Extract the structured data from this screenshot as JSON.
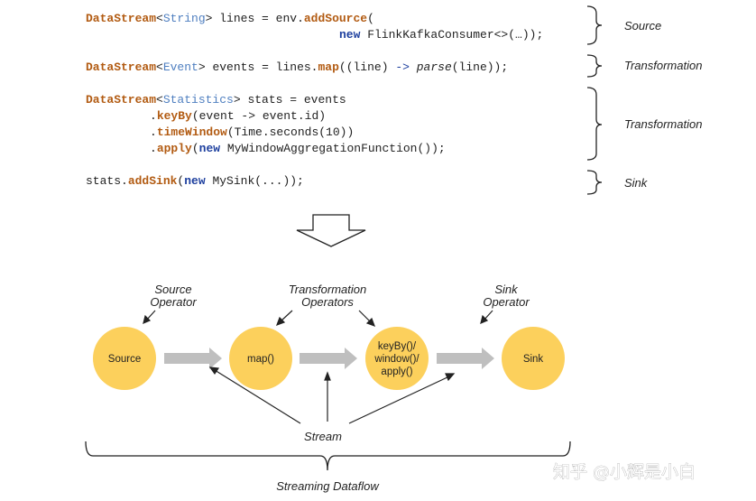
{
  "code": {
    "line1a": {
      "type": "DataStream",
      "lt": "<",
      "generic": "String",
      "gt": ">",
      "rest": " lines = env.",
      "method": "addSource",
      "open": "("
    },
    "line1b": {
      "new": "new",
      "rest": " FlinkKafkaConsumer<>(…));"
    },
    "line2": {
      "type": "DataStream",
      "lt": "<",
      "generic": "Event",
      "gt": ">",
      "rest": " events = lines.",
      "method": "map",
      "mid": "((line) ",
      "arrow": "->",
      "space": " ",
      "italic": "parse",
      "tail": "(line));"
    },
    "line3": {
      "type": "DataStream",
      "lt": "<",
      "generic": "Statistics",
      "gt": ">",
      "rest": " stats = events"
    },
    "line4": {
      "dot": ".",
      "method": "keyBy",
      "rest": "(event -> event.id)"
    },
    "line5": {
      "dot": ".",
      "method": "timeWindow",
      "rest": "(Time.seconds(10))"
    },
    "line6": {
      "dot": ".",
      "method": "apply",
      "open": "(",
      "new": "new",
      "rest": " MyWindowAggregationFunction());"
    },
    "line7": {
      "pre": "stats.",
      "method": "addSink",
      "open": "(",
      "new": "new",
      "rest": " MySink(...));"
    }
  },
  "section_labels": [
    "Source",
    "Transformation",
    "Transformation",
    "Sink"
  ],
  "operator_labels": {
    "source": [
      "Source",
      "Operator"
    ],
    "transformation": [
      "Transformation",
      "Operators"
    ],
    "sink": [
      "Sink",
      "Operator"
    ]
  },
  "nodes": [
    {
      "lines": [
        "Source"
      ]
    },
    {
      "lines": [
        "map()"
      ]
    },
    {
      "lines": [
        "keyBy()/",
        "window()/",
        "apply()"
      ]
    },
    {
      "lines": [
        "Sink"
      ]
    }
  ],
  "stream_label": "Stream",
  "dataflow_label": "Streaming Dataflow",
  "watermark": "知乎 @小辉是小白",
  "colors": {
    "node_fill": "#fcd05c",
    "flow_arrow": "#bfbfbf",
    "bracket": "#222222"
  }
}
